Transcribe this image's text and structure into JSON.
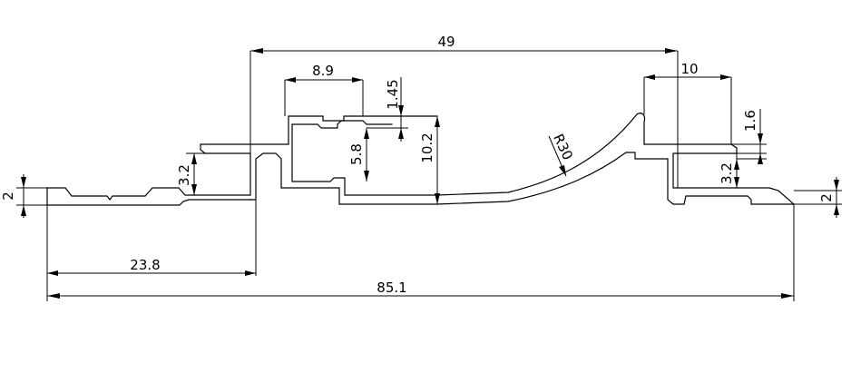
{
  "drawing": {
    "dimensions": {
      "overall_width": "49",
      "slot_width": "8.9",
      "slot_top": "1.45",
      "slot_height": "5.8",
      "body_height": "10.2",
      "radius": "R30",
      "right_width": "10",
      "right_gap": "1.6",
      "right_step": "3.2",
      "left_step": "3.2",
      "left_thickness": "2",
      "right_thickness": "2",
      "left_offset": "23.8",
      "total_length": "85.1"
    }
  }
}
